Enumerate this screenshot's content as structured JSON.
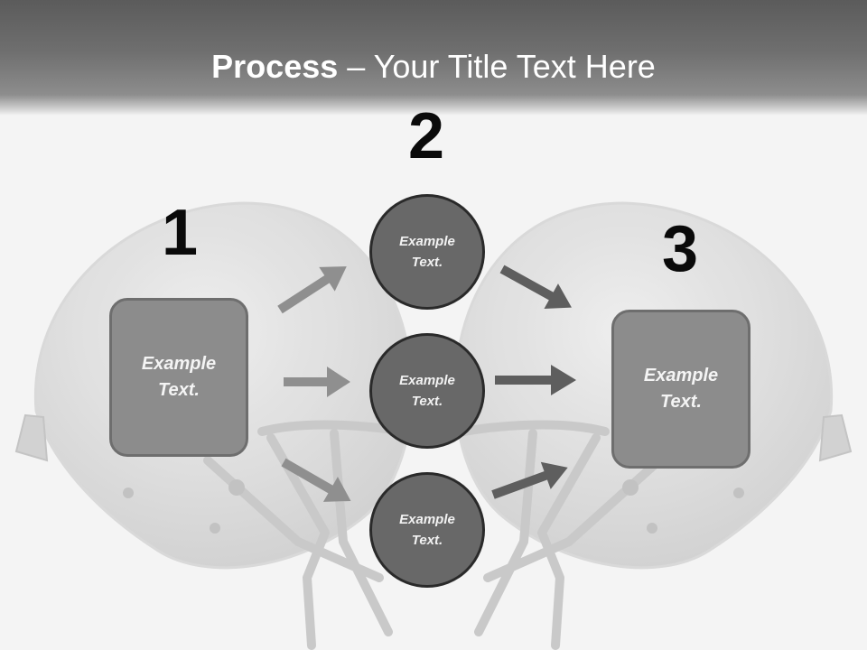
{
  "slide": {
    "title_bold": "Process",
    "title_rest": " – Your Title Text Here"
  },
  "steps": {
    "step1": {
      "number": "1",
      "text": "Example Text."
    },
    "step2": {
      "number": "2",
      "circles": [
        {
          "text": "Example Text."
        },
        {
          "text": "Example Text."
        },
        {
          "text": "Example Text."
        }
      ]
    },
    "step3": {
      "number": "3",
      "text": "Example Text."
    }
  },
  "colors": {
    "header": "#5b5b5b",
    "box_fill": "#8c8c8c",
    "circle_fill": "#686868",
    "arrow_light": "#8f8f8f",
    "arrow_dark": "#5e5e5e"
  },
  "background_image": {
    "icon": "football-helmets-facing-icon"
  }
}
